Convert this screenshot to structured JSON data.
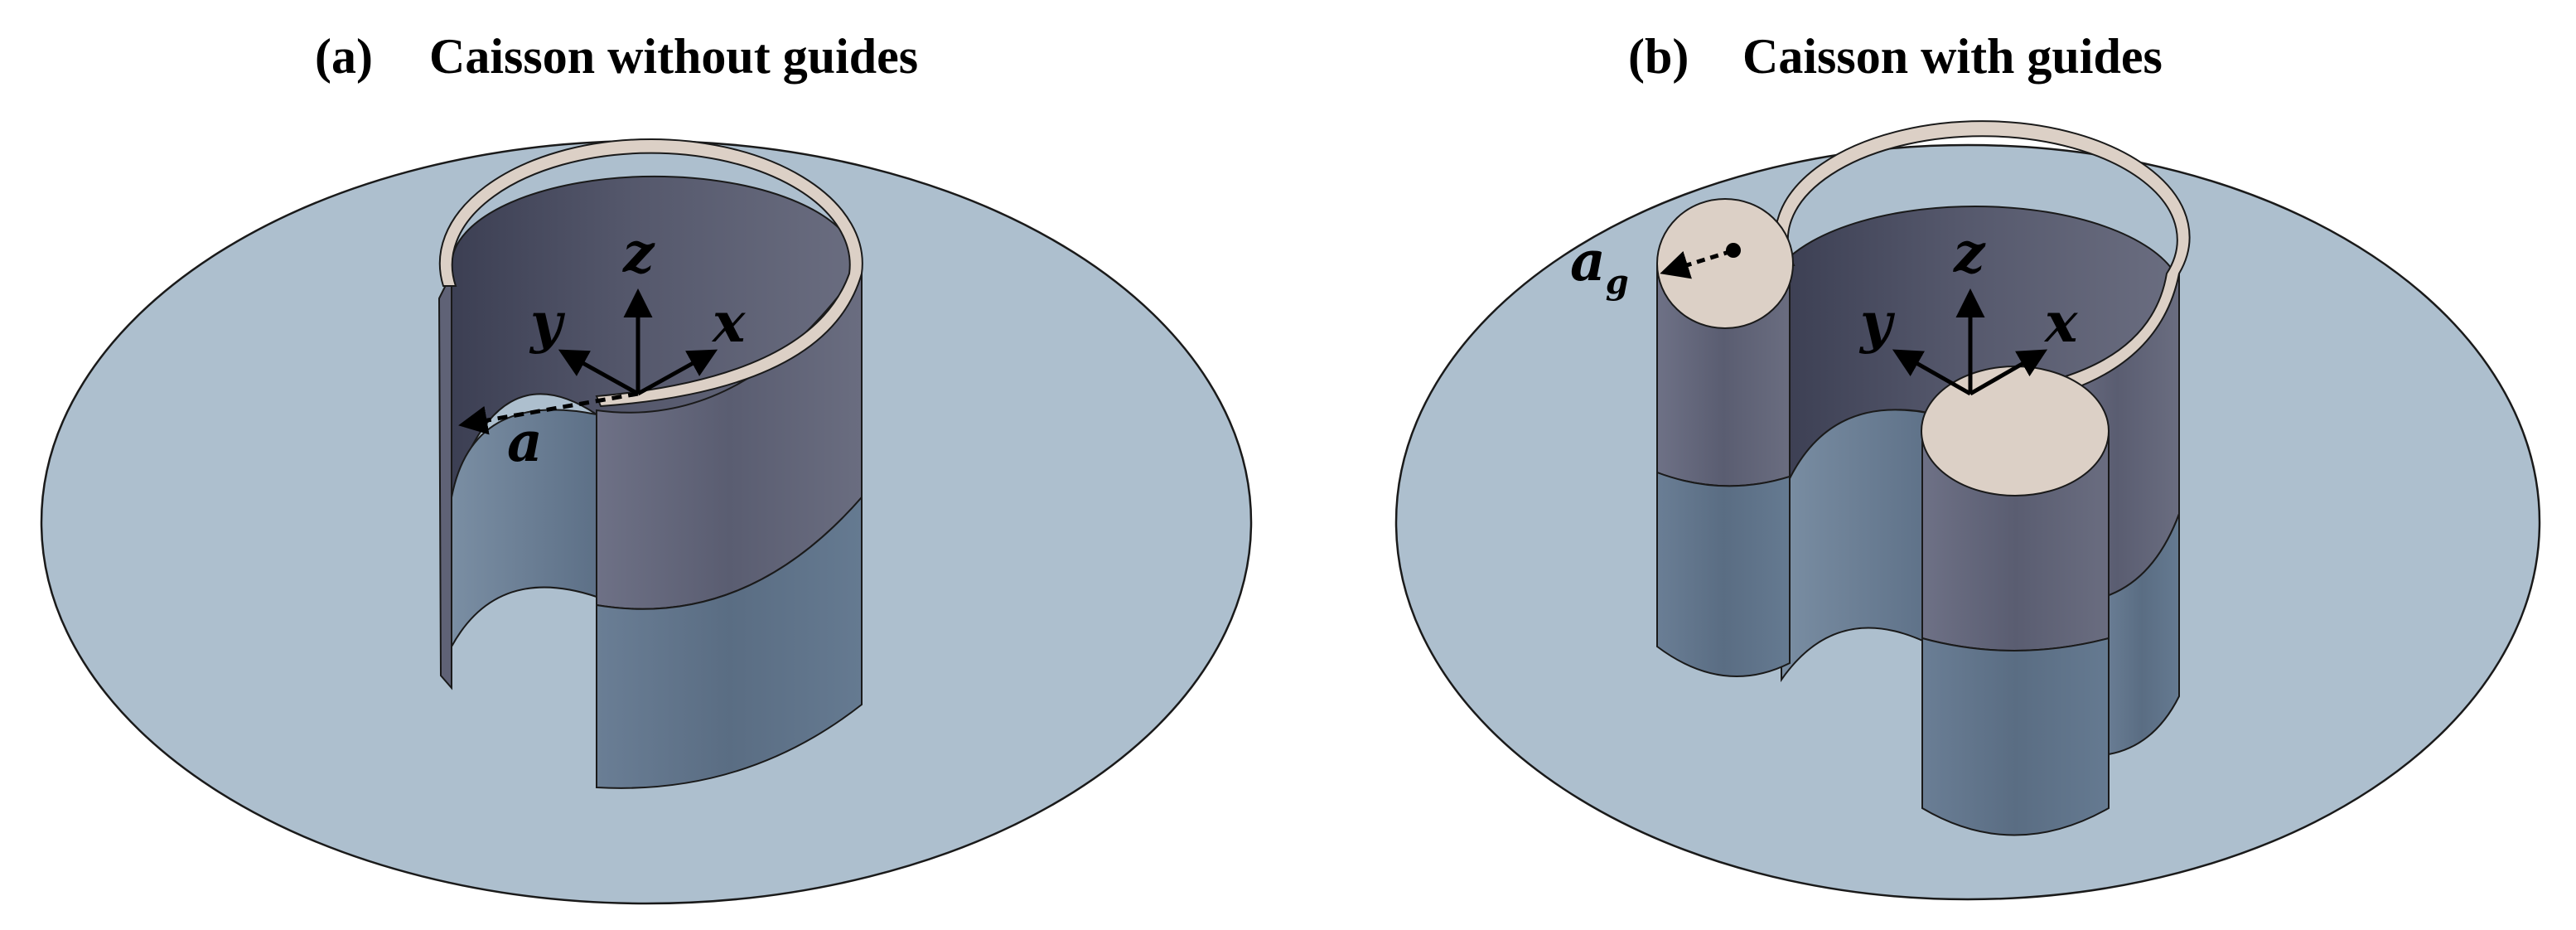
{
  "panels": [
    {
      "tag": "(a)",
      "title": "Caisson without guides",
      "labels": {
        "z": "z",
        "y": "y",
        "x": "x",
        "radius": "a"
      }
    },
    {
      "tag": "(b)",
      "title": "Caisson with guides",
      "labels": {
        "z": "z",
        "y": "y",
        "x": "x",
        "guide_radius_base": "a",
        "guide_radius_sub": "g"
      }
    }
  ],
  "colors": {
    "seabed": "#adbfce",
    "wall_above_water": "#5c5f73",
    "wall_below_water": "#5e7188",
    "wall_rim": "#dcd0c6",
    "inner_shadow": "#3f4256",
    "outline": "#1a1a1a"
  }
}
